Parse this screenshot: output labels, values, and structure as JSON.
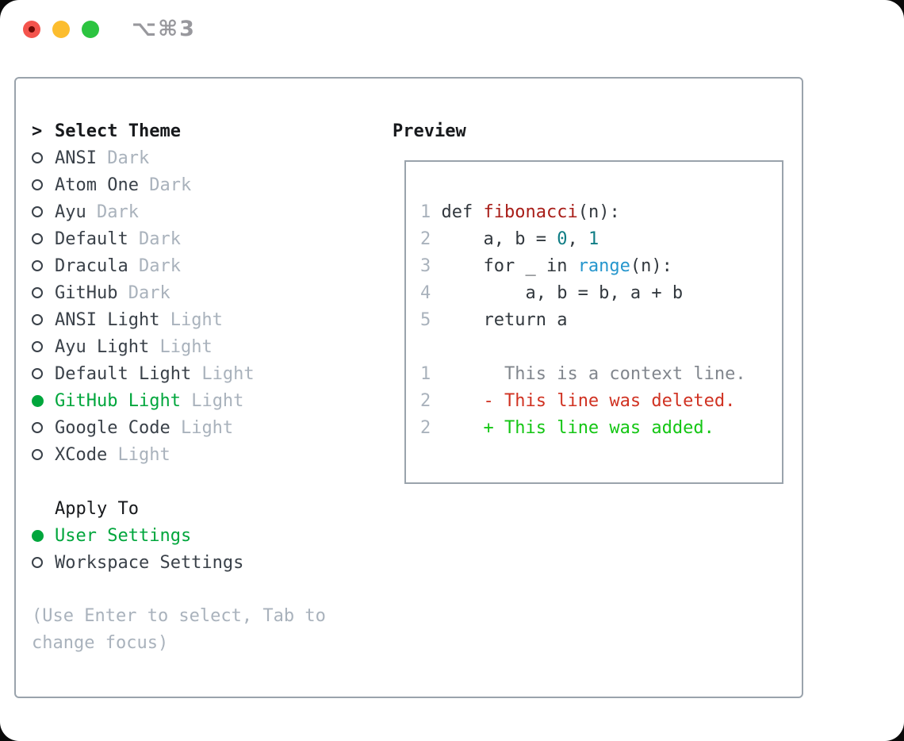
{
  "window": {
    "title": "⌥⌘3"
  },
  "titlebar": {
    "lights": [
      {
        "name": "close",
        "color": "#f4544d"
      },
      {
        "name": "minimize",
        "color": "#fcbd2e"
      },
      {
        "name": "maximize",
        "color": "#2cc440"
      }
    ]
  },
  "left": {
    "prompt": ">",
    "header": "Select Theme",
    "themes": [
      {
        "name": "ANSI",
        "variant": "Dark",
        "selected": false
      },
      {
        "name": "Atom One",
        "variant": "Dark",
        "selected": false
      },
      {
        "name": "Ayu",
        "variant": "Dark",
        "selected": false
      },
      {
        "name": "Default",
        "variant": "Dark",
        "selected": false
      },
      {
        "name": "Dracula",
        "variant": "Dark",
        "selected": false
      },
      {
        "name": "GitHub",
        "variant": "Dark",
        "selected": false
      },
      {
        "name": "ANSI Light",
        "variant": "Light",
        "selected": false
      },
      {
        "name": "Ayu Light",
        "variant": "Light",
        "selected": false
      },
      {
        "name": "Default Light",
        "variant": "Light",
        "selected": false
      },
      {
        "name": "GitHub Light",
        "variant": "Light",
        "selected": true
      },
      {
        "name": "Google Code",
        "variant": "Light",
        "selected": false
      },
      {
        "name": "XCode",
        "variant": "Light",
        "selected": false
      }
    ],
    "apply_to": {
      "header": "Apply To",
      "options": [
        {
          "name": "User Settings",
          "selected": true
        },
        {
          "name": "Workspace Settings",
          "selected": false
        }
      ]
    },
    "hint": "(Use Enter to select, Tab to change focus)"
  },
  "preview": {
    "header": "Preview",
    "code_lines": [
      {
        "num": "1",
        "segments": [
          {
            "t": "def ",
            "s": "d"
          },
          {
            "t": "fibonacci",
            "s": "fn"
          },
          {
            "t": "(n):",
            "s": "d"
          }
        ]
      },
      {
        "num": "2",
        "segments": [
          {
            "t": "    a, b = ",
            "s": "d"
          },
          {
            "t": "0",
            "s": "n"
          },
          {
            "t": ", ",
            "s": "d"
          },
          {
            "t": "1",
            "s": "n"
          }
        ]
      },
      {
        "num": "3",
        "segments": [
          {
            "t": "    for _ in ",
            "s": "d"
          },
          {
            "t": "range",
            "s": "b"
          },
          {
            "t": "(n):",
            "s": "d"
          }
        ]
      },
      {
        "num": "4",
        "segments": [
          {
            "t": "        a, b = b, a + b",
            "s": "d"
          }
        ]
      },
      {
        "num": "5",
        "segments": [
          {
            "t": "    return a",
            "s": "d"
          }
        ]
      }
    ],
    "diff_lines": [
      {
        "num": "1",
        "segments": [
          {
            "t": "      This is a context line.",
            "s": "ctx"
          }
        ]
      },
      {
        "num": "2",
        "segments": [
          {
            "t": "    ",
            "s": "d"
          },
          {
            "t": "- This line was deleted.",
            "s": "del"
          }
        ]
      },
      {
        "num": "2",
        "segments": [
          {
            "t": "    ",
            "s": "d"
          },
          {
            "t": "+ This line was added.",
            "s": "add"
          }
        ]
      }
    ]
  },
  "colors": {
    "selection_green": "#00a63c",
    "diff_added_green": "#14c614",
    "diff_deleted_red": "#d03222",
    "syntax_function_red": "#a81d18",
    "syntax_number_teal": "#0f7d85",
    "syntax_builtin_blue": "#2596cd",
    "code_default": "#32383e",
    "muted_gray": "#a9b2bc",
    "text_dark": "#3a4149",
    "border_gray": "#9aa3ac",
    "traffic_red": "#f4544d",
    "traffic_yellow": "#fcbd2e",
    "traffic_green": "#2cc440"
  }
}
